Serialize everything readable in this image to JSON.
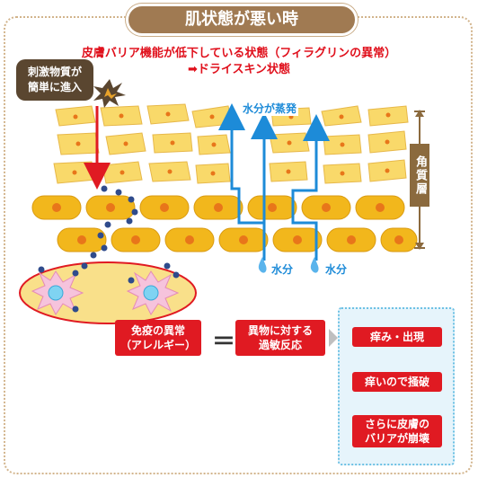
{
  "title": "肌状態が悪い時",
  "subtitle_line1": "皮膚バリア機能が低下している状態（フィラグリンの異常）",
  "subtitle_line2": "➡ドライスキン状態",
  "stimulus_label": "刺激物質が簡単に進入",
  "evaporation_label": "水分が蒸発",
  "water_labels": [
    "水分",
    "水分"
  ],
  "stratum_corneum_label": "角質層",
  "immune_label": [
    "免疫の異常",
    "（アレルギー）"
  ],
  "equals": "＝",
  "hypersensitivity_label": [
    "異物に対する",
    "過敏反応"
  ],
  "steps": [
    {
      "label": "痒み・出現"
    },
    {
      "label": "痒いので掻破"
    },
    {
      "label": "さらに皮膚の\nバリアが崩壊"
    }
  ],
  "colors": {
    "title_bg": "#a07a52",
    "accent_red": "#e01a22",
    "water_blue": "#1d8bd8",
    "cell_fill": "#f9d96a",
    "basal_cell": "#f2b71c",
    "nucleus": "#e8761a",
    "allergen_dot": "#2f4b8c",
    "immune_cell": "#f6c3dc"
  }
}
